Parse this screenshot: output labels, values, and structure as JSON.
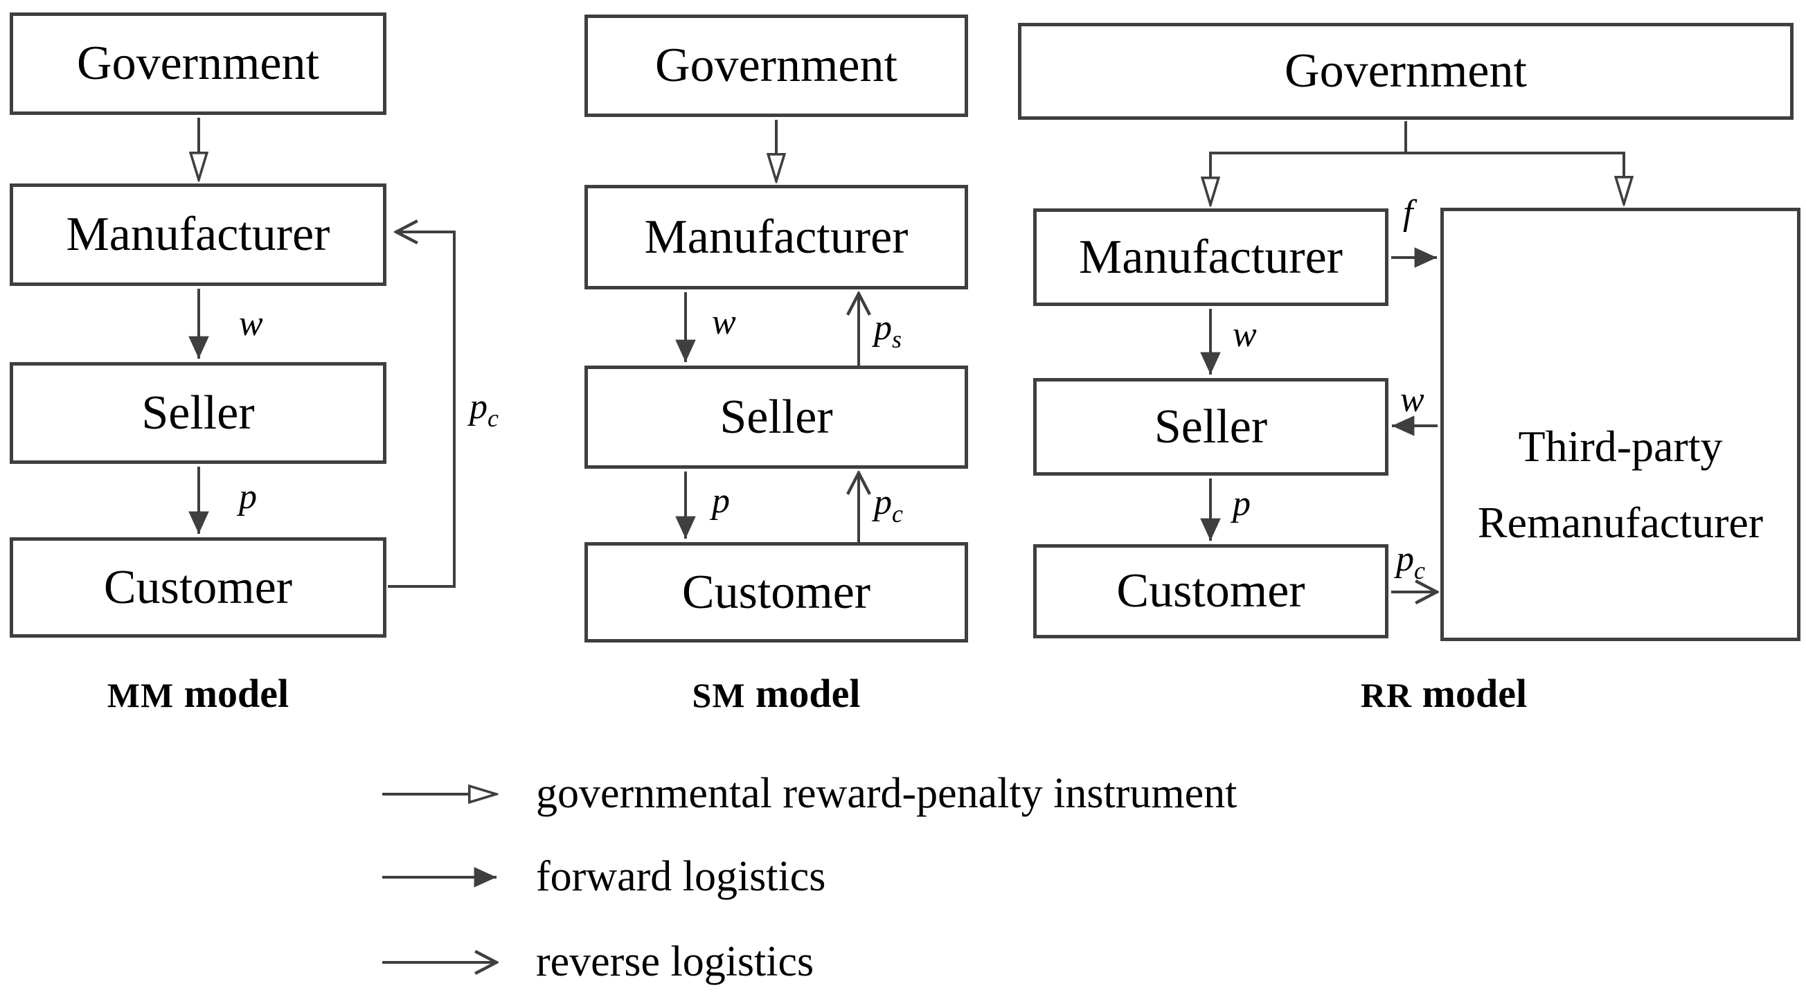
{
  "diagram": {
    "colors": {
      "line": "#3f3f3f",
      "text": "#000000",
      "background": "#ffffff"
    },
    "models": {
      "mm": {
        "caption": {
          "acronym": "MM",
          "rest": " model"
        },
        "boxes": {
          "government": "Government",
          "manufacturer": "Manufacturer",
          "seller": "Seller",
          "customer": "Customer"
        },
        "labels": {
          "w": "w",
          "p": "p",
          "pc_base": "p",
          "pc_sub": "c"
        }
      },
      "sm": {
        "caption": {
          "acronym": "SM",
          "rest": " model"
        },
        "boxes": {
          "government": "Government",
          "manufacturer": "Manufacturer",
          "seller": "Seller",
          "customer": "Customer"
        },
        "labels": {
          "w": "w",
          "p": "p",
          "ps_base": "p",
          "ps_sub": "s",
          "pc_base": "p",
          "pc_sub": "c"
        }
      },
      "rr": {
        "caption": {
          "acronym": "RR",
          "rest": " model"
        },
        "boxes": {
          "government": "Government",
          "manufacturer": "Manufacturer",
          "seller": "Seller",
          "customer": "Customer",
          "third_party_line1": "Third-party",
          "third_party_line2": "Remanufacturer"
        },
        "labels": {
          "f": "f",
          "w_forward": "w",
          "w_return": "w",
          "p": "p",
          "pc_base": "p",
          "pc_sub": "c"
        }
      }
    },
    "legend": {
      "items": [
        {
          "arrow": "hollow-arrow",
          "label": "governmental reward-penalty instrument"
        },
        {
          "arrow": "filled-arrow",
          "label": "forward logistics"
        },
        {
          "arrow": "open-chevron-arrow",
          "label": "reverse logistics"
        }
      ]
    }
  }
}
